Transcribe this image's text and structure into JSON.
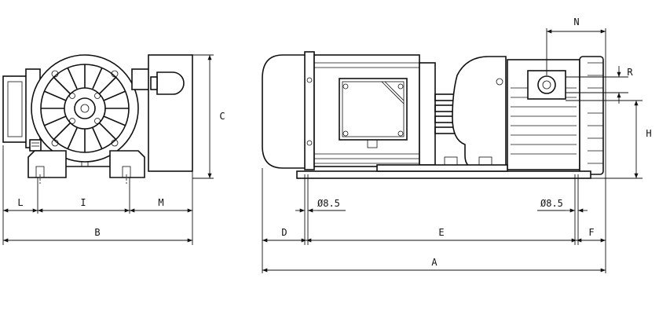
{
  "dimensions": {
    "A": "A",
    "B": "B",
    "C": "C",
    "D": "D",
    "E": "E",
    "F": "F",
    "H": "H",
    "I": "I",
    "L": "L",
    "M": "M",
    "N": "N",
    "R": "R"
  },
  "holes": {
    "left": "Ø8.5",
    "right": "Ø8.5"
  }
}
